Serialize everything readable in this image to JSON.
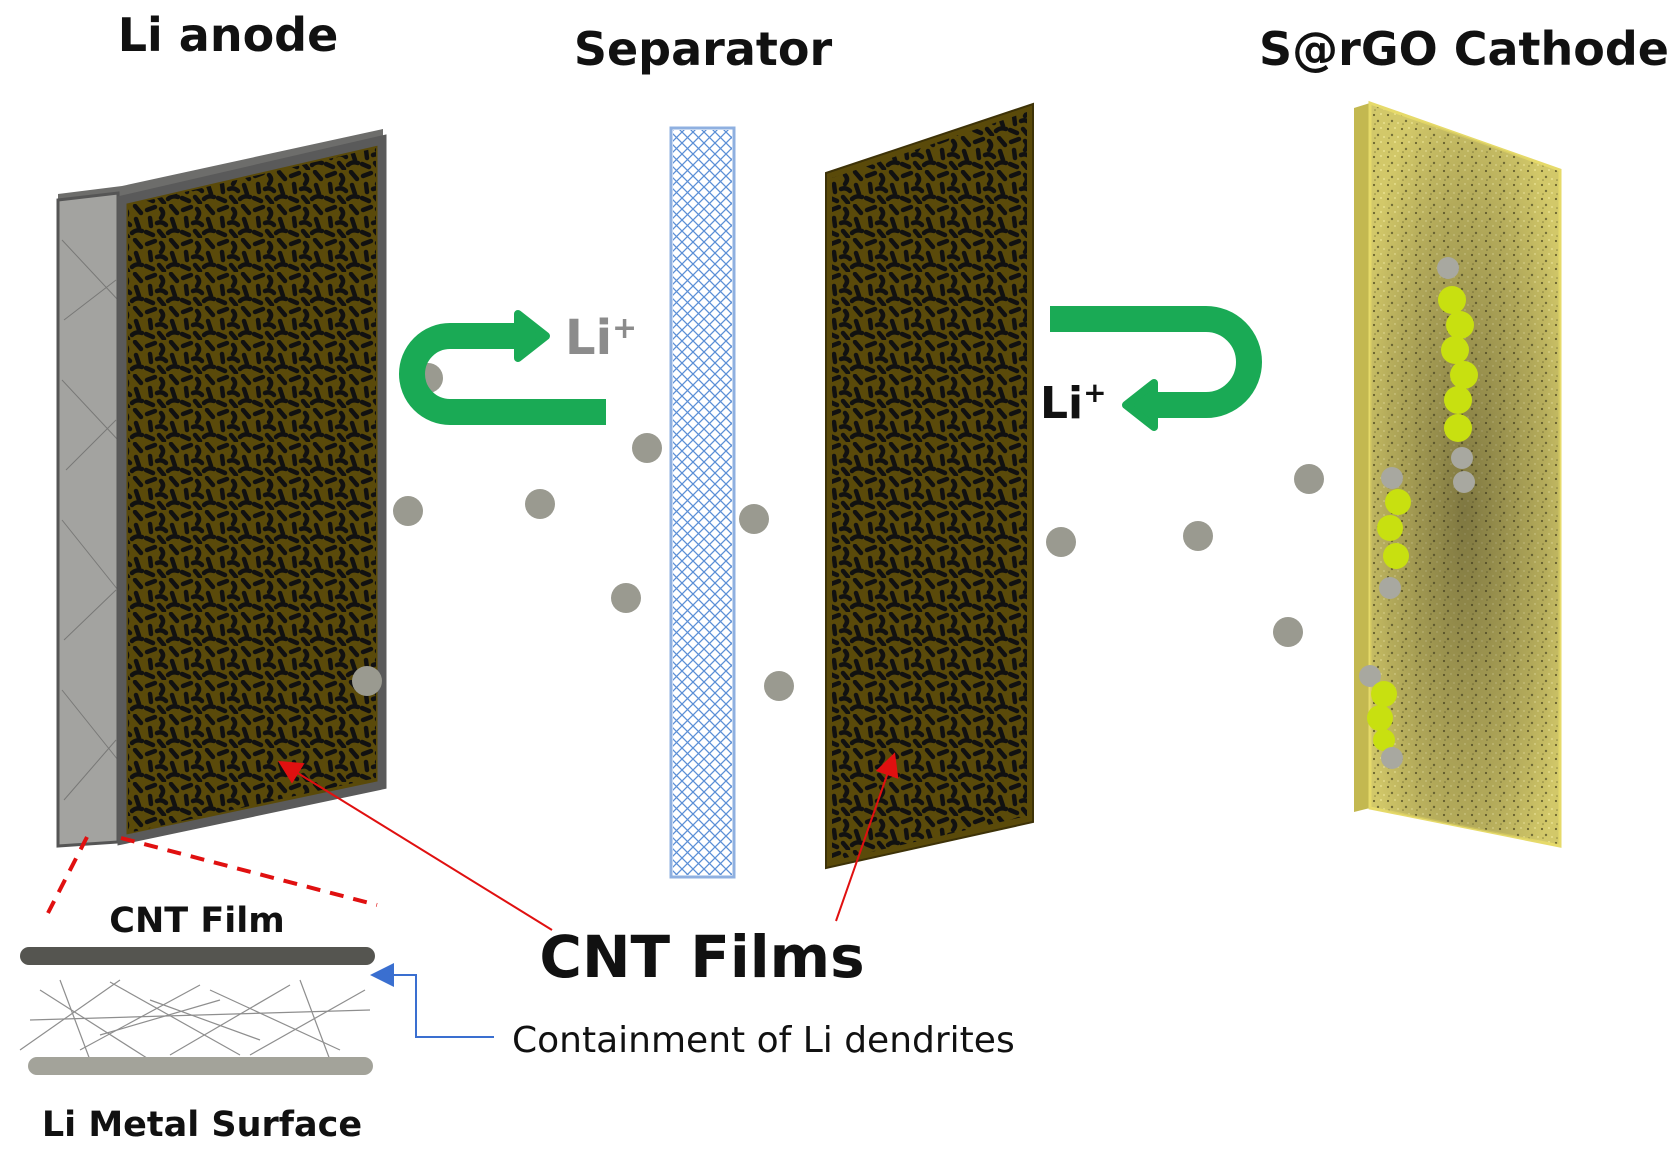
{
  "labels": {
    "anode_title": "Li anode",
    "separator_title": "Separator",
    "cathode_title": "S@rGO Cathode",
    "li_ion_left": "Li",
    "li_ion_right": "Li",
    "superscript_plus": "+",
    "cnt_film": "CNT Film",
    "cnt_films": "CNT Films",
    "containment": "Containment of Li dendrites",
    "li_metal_surface": "Li Metal Surface"
  },
  "colors": {
    "anode_frame": "#5a5a5a",
    "anode_side": "#9a9a97",
    "cnt_film_fill": "#5a4a0a",
    "cnt_pattern": "#111111",
    "separator_mesh": "#5b8fd6",
    "li_ion_arrow": "#1aaa55",
    "li_ion_dot": "#9a9a90",
    "cathode_fill": "#d8cf70",
    "sulfur_chain": "#c8e010",
    "pointer_red": "#e01010",
    "pointer_blue": "#3a6fd0"
  }
}
